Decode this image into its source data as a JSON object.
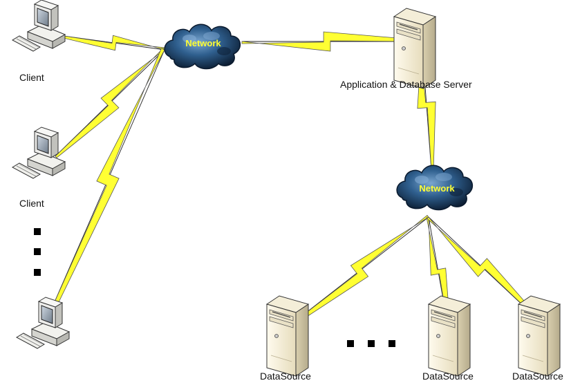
{
  "labels": {
    "client_1": "Client",
    "client_2": "Client",
    "server": "Application & Database Server",
    "network_1": "Network",
    "network_2": "Network",
    "datasource_1": "DataSource",
    "datasource_2": "DataSource",
    "datasource_3": "DataSource"
  },
  "colors": {
    "link_fill": "#ffff33",
    "link_stroke": "#555555",
    "cloud_dark": "#0a1a2e",
    "cloud_light": "#6f9cc8",
    "cloud_text": "#ffff33",
    "case_light": "#fbf5e2",
    "case_dark": "#c9c0a2"
  },
  "icons": {
    "client": "desktop-computer-icon",
    "server": "tower-server-icon",
    "network": "cloud-icon"
  }
}
